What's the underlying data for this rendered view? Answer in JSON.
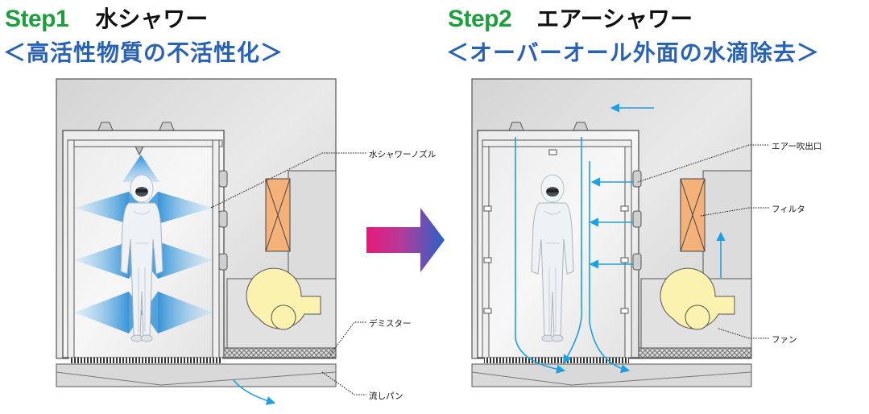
{
  "steps": [
    {
      "label": "Step1",
      "title": "水シャワー",
      "subtitle": "＜高活性物質の不活性化＞",
      "callouts": [
        "水シャワーノズル",
        "デミスター",
        "流しパン"
      ]
    },
    {
      "label": "Step2",
      "title": "エアーシャワー",
      "subtitle": "＜オーバーオール外面の水滴除去＞",
      "callouts": [
        "エアー吹出口",
        "フィルタ",
        "ファン"
      ]
    }
  ],
  "colors": {
    "step_label": "#1e9e3e",
    "subtitle": "#2a62b3",
    "water_spray": "#3aa0e0",
    "air_flow": "#1f9fe3",
    "filter": "#f4b27a",
    "fan": "#fbf2b0",
    "arrow_start": "#e8197a",
    "arrow_end": "#2a62c8"
  }
}
